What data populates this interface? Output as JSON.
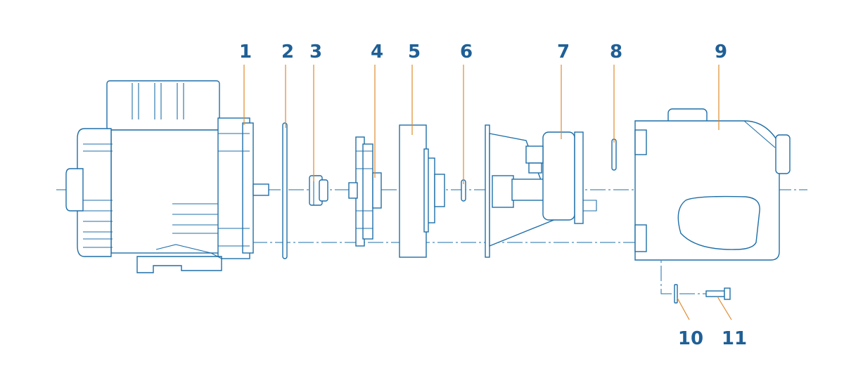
{
  "colors": {
    "line": "#1f6fa8",
    "label": "#1f5f96",
    "leader": "#e08a2c",
    "background": "#ffffff"
  },
  "labels": [
    "1",
    "2",
    "3",
    "4",
    "5",
    "6",
    "7",
    "8",
    "9",
    "10",
    "11"
  ]
}
